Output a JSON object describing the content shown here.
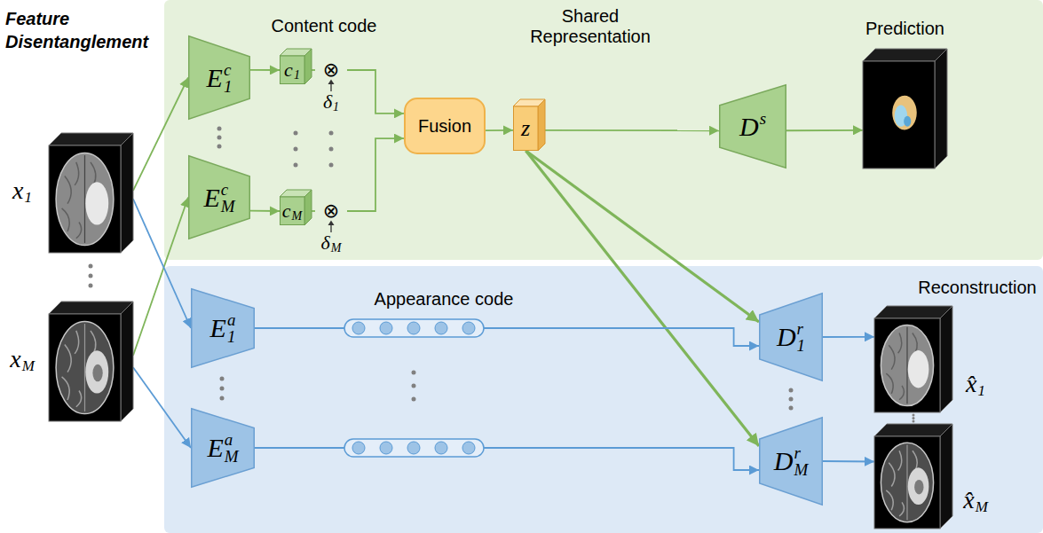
{
  "diagram": {
    "title": "Feature Disentanglement",
    "nodes": [
      {
        "text": [
          "Content code",
          "Shared Representation"
        ]
      },
      {
        "text": [
          "Appearance code"
        ]
      },
      {
        "text": [
          "x",
          "1"
        ]
      },
      {
        "text": [
          "x",
          "M"
        ]
      },
      {
        "text": [
          "E",
          "c",
          "1"
        ],
        "in": 0
      },
      {
        "text": [
          "E",
          "c",
          "M"
        ],
        "in": 0
      },
      {
        "text": [
          "c",
          "1"
        ],
        "in": 0
      },
      {
        "text": [
          "c",
          "M"
        ],
        "in": 0
      },
      {
        "text": [
          "⊗",
          "δ",
          "1"
        ],
        "in": 0
      },
      {
        "text": [
          "⊗",
          "δ",
          "M"
        ],
        "in": 0
      },
      {
        "text": [
          "Fusion"
        ],
        "in": 0
      },
      {
        "text": [
          "z"
        ],
        "in": 0
      },
      {
        "text": [
          "D",
          "s"
        ],
        "in": 0
      },
      {
        "text": [
          "Prediction"
        ],
        "in": 0
      },
      {
        "text": [
          "E",
          "a",
          "1"
        ],
        "in": 1
      },
      {
        "text": [
          "E",
          "a",
          "M"
        ],
        "in": 1
      },
      {
        "text": [
          "D",
          "r",
          "1"
        ],
        "in": 1
      },
      {
        "text": [
          "D",
          "r",
          "M"
        ],
        "in": 1
      },
      {
        "text": [
          "Reconstruction",
          "x̂",
          "1"
        ],
        "in": 1
      },
      {
        "text": [
          "x̂",
          "M"
        ],
        "in": 1
      }
    ],
    "edges": [
      {
        "from": 2,
        "to": 4,
        "arrow": "to"
      },
      {
        "from": 3,
        "to": 5,
        "arrow": "to"
      },
      {
        "from": 2,
        "to": 14,
        "arrow": "to"
      },
      {
        "from": 3,
        "to": 15,
        "arrow": "to"
      },
      {
        "from": 4,
        "to": 6,
        "arrow": "to"
      },
      {
        "from": 5,
        "to": 7,
        "arrow": "to"
      },
      {
        "from": 6,
        "to": 8,
        "arrow": "none"
      },
      {
        "from": 7,
        "to": 9,
        "arrow": "none"
      },
      {
        "from": 8,
        "to": 10,
        "arrow": "to"
      },
      {
        "from": 9,
        "to": 10,
        "arrow": "to"
      },
      {
        "from": 10,
        "to": 11,
        "arrow": "to"
      },
      {
        "from": 11,
        "to": 12,
        "arrow": "to"
      },
      {
        "from": 12,
        "to": 13,
        "arrow": "to"
      },
      {
        "from": 11,
        "to": 16,
        "arrow": "to"
      },
      {
        "from": 11,
        "to": 17,
        "arrow": "to"
      },
      {
        "from": 14,
        "to": 16,
        "arrow": "to"
      },
      {
        "from": 15,
        "to": 17,
        "arrow": "to"
      },
      {
        "from": 16,
        "to": 18,
        "arrow": "to"
      },
      {
        "from": 17,
        "to": 19,
        "arrow": "to"
      }
    ]
  }
}
